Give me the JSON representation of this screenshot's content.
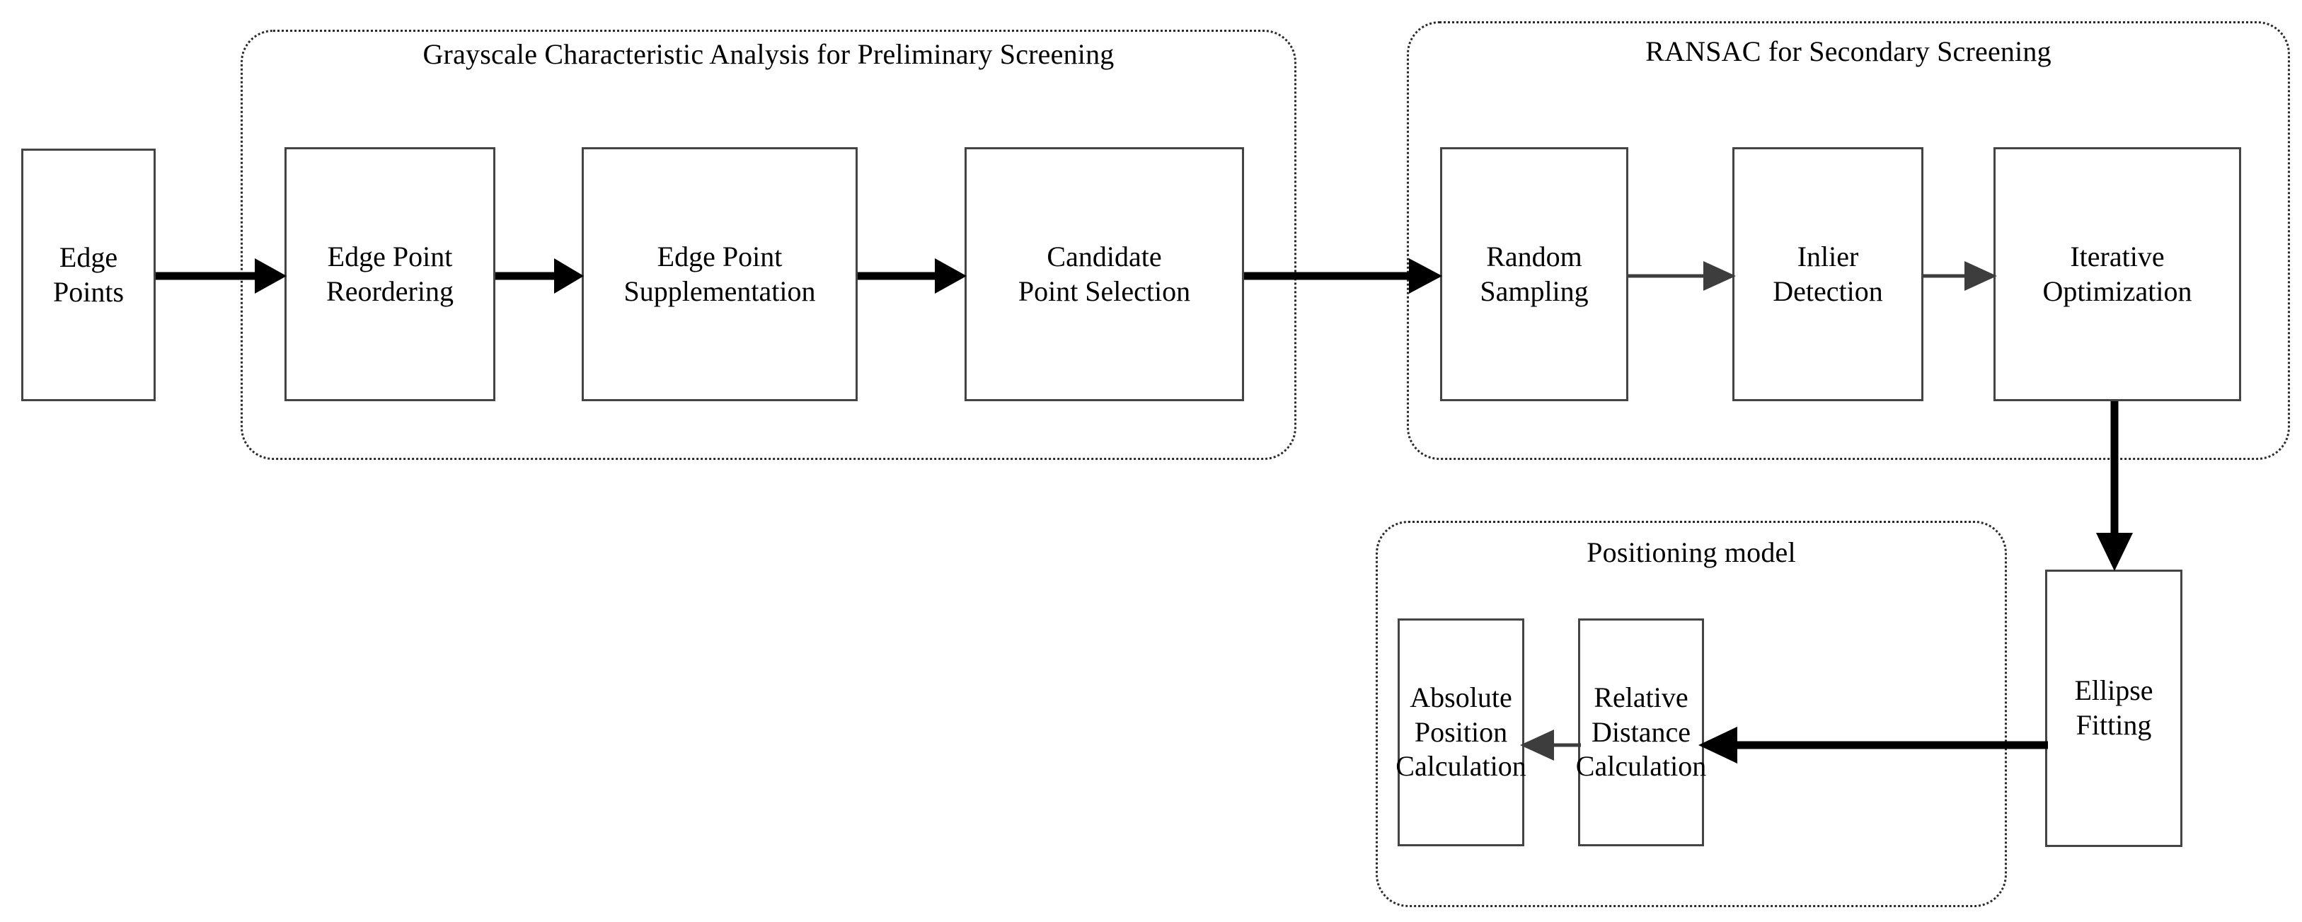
{
  "diagram": {
    "title": "Ellipse-based positioning pipeline flowchart",
    "background": "#ffffff",
    "stroke_color": "#444444",
    "group_border_color": "#2b2b2b",
    "arrow_thick_color": "#000000",
    "arrow_thin_color": "#3d3d3d"
  },
  "groups": [
    {
      "id": "grayscale-group",
      "title": "Grayscale Characteristic Analysis for Preliminary Screening"
    },
    {
      "id": "ransac-group",
      "title": "RANSAC for Secondary Screening"
    },
    {
      "id": "positioning-group",
      "title": "Positioning model"
    }
  ],
  "nodes": [
    {
      "id": "edge-points",
      "label": "Edge\nPoints"
    },
    {
      "id": "edge-point-reordering",
      "label": "Edge Point\nReordering"
    },
    {
      "id": "edge-point-supplementation",
      "label": "Edge Point\nSupplementation"
    },
    {
      "id": "candidate-point-selection",
      "label": "Candidate\nPoint Selection"
    },
    {
      "id": "random-sampling",
      "label": "Random\nSampling"
    },
    {
      "id": "inlier-detection",
      "label": "Inlier\nDetection"
    },
    {
      "id": "iterative-optimization",
      "label": "Iterative\nOptimization"
    },
    {
      "id": "ellipse-fitting",
      "label": "Ellipse\nFitting"
    },
    {
      "id": "relative-distance-calculation",
      "label": "Relative\nDistance\nCalculation"
    },
    {
      "id": "absolute-position-calculation",
      "label": "Absolute\nPosition\nCalculation"
    }
  ],
  "connections": [
    {
      "id": "edge-points-to-reordering",
      "from": "edge-points",
      "to": "edge-point-reordering",
      "direction": "right",
      "weight": "thick"
    },
    {
      "id": "reordering-to-supplementation",
      "from": "edge-point-reordering",
      "to": "edge-point-supplementation",
      "direction": "right",
      "weight": "thick"
    },
    {
      "id": "supplementation-to-candidate",
      "from": "edge-point-supplementation",
      "to": "candidate-point-selection",
      "direction": "right",
      "weight": "thick"
    },
    {
      "id": "candidate-to-random-sampling",
      "from": "candidate-point-selection",
      "to": "random-sampling",
      "direction": "right",
      "weight": "thick"
    },
    {
      "id": "random-sampling-to-inlier",
      "from": "random-sampling",
      "to": "inlier-detection",
      "direction": "right",
      "weight": "thin"
    },
    {
      "id": "inlier-to-iterative",
      "from": "inlier-detection",
      "to": "iterative-optimization",
      "direction": "right",
      "weight": "thin"
    },
    {
      "id": "iterative-to-ellipse-fitting",
      "from": "iterative-optimization",
      "to": "ellipse-fitting",
      "direction": "down",
      "weight": "thick"
    },
    {
      "id": "ellipse-to-relative-distance",
      "from": "ellipse-fitting",
      "to": "relative-distance-calculation",
      "direction": "left",
      "weight": "thick"
    },
    {
      "id": "relative-to-absolute-position",
      "from": "relative-distance-calculation",
      "to": "absolute-position-calculation",
      "direction": "left",
      "weight": "thin"
    }
  ]
}
